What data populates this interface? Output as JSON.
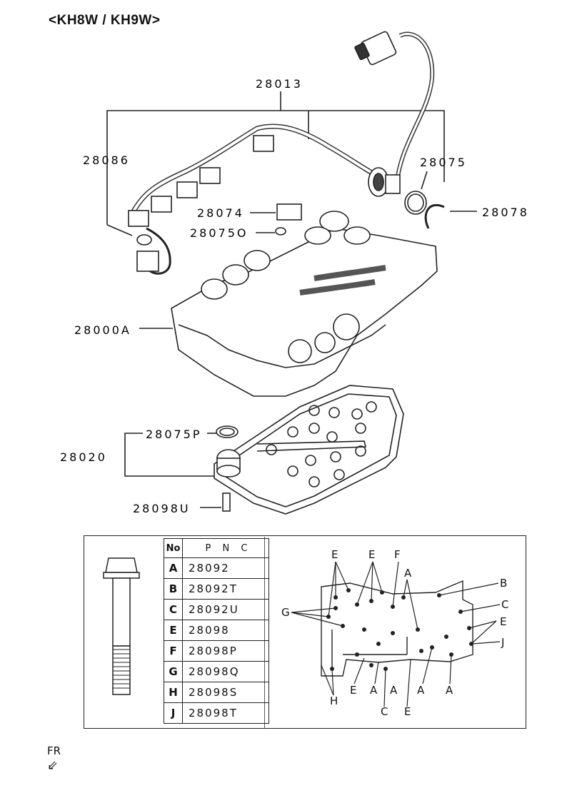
{
  "header": {
    "title": "<KH8W / KH9W>"
  },
  "parts": [
    {
      "id": "p28013",
      "label": "28013"
    },
    {
      "id": "p28086",
      "label": "28086"
    },
    {
      "id": "p28075",
      "label": "28075"
    },
    {
      "id": "p28078",
      "label": "28078"
    },
    {
      "id": "p28074",
      "label": "28074"
    },
    {
      "id": "p28075O",
      "label": "28075O"
    },
    {
      "id": "p28000A",
      "label": "28000A"
    },
    {
      "id": "p28075P",
      "label": "28075P"
    },
    {
      "id": "p28020",
      "label": "28020"
    },
    {
      "id": "p28098U",
      "label": "28098U"
    }
  ],
  "bolt_table": {
    "header_no": "No",
    "header_pnc": "P N C",
    "rows": [
      {
        "no": "A",
        "pnc": "28092"
      },
      {
        "no": "B",
        "pnc": "28092T"
      },
      {
        "no": "C",
        "pnc": "28092U"
      },
      {
        "no": "E",
        "pnc": "28098"
      },
      {
        "no": "F",
        "pnc": "28098P"
      },
      {
        "no": "G",
        "pnc": "28098Q"
      },
      {
        "no": "H",
        "pnc": "28098S"
      },
      {
        "no": "J",
        "pnc": "28098T"
      }
    ]
  },
  "bolt_location_labels": {
    "top": [
      "E",
      "E",
      "F",
      "A"
    ],
    "right": [
      "B",
      "C",
      "E",
      "J"
    ],
    "left": "G",
    "bottom": [
      "E",
      "A",
      "A",
      "A",
      "A",
      "H",
      "C",
      "E"
    ]
  },
  "footer": {
    "fr_label": "FR",
    "fr_arrow": "⇙"
  }
}
